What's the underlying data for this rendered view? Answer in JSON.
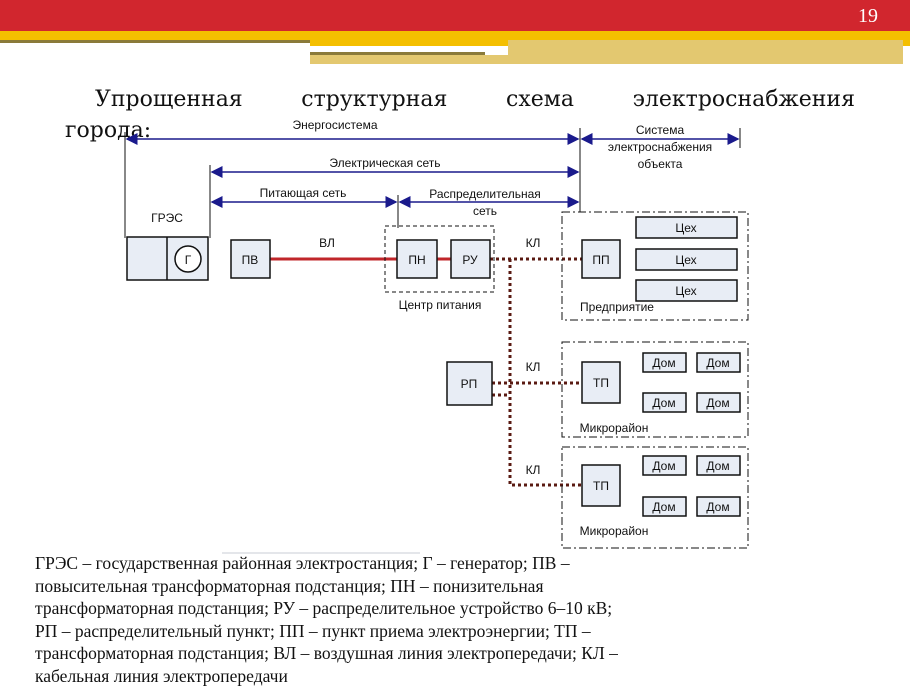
{
  "slide_number": "19",
  "title": {
    "words": [
      "Упрощенная",
      "структурная",
      "схема",
      "электроснабжения"
    ],
    "line2": "города:"
  },
  "diagram": {
    "energy_system": "Энергосистема",
    "electric_network": "Электрическая сеть",
    "supply_network": "Питающая сеть",
    "distribution_network": [
      "Распределительная",
      "сеть"
    ],
    "object_supply_system": [
      "Система",
      "электроснабжения",
      "объекта"
    ],
    "gres": "ГРЭС",
    "generator": "Г",
    "pv": "ПВ",
    "vl": "ВЛ",
    "pn": "ПН",
    "ru": "РУ",
    "power_center": "Центр питания",
    "kl": "КЛ",
    "pp": "ПП",
    "workshop": "Цех",
    "enterprise": "Предприятие",
    "rp": "РП",
    "tp": "ТП",
    "house": "Дом",
    "microdistrict": "Микрорайон",
    "colors": {
      "overhead_line": "#c0262a",
      "cable_line": "#5a1a12",
      "arrow": "#1a1a8c",
      "box_fill": "#e8edf5",
      "box_border": "#111111"
    }
  },
  "legend_lines": [
    "ГРЭС – государственная районная электростанция; Г – генератор;  ПВ –",
    "повысительная трансформаторная  подстанция; ПН – понизительная",
    "трансформаторная подстанция; РУ – распределительное устройство 6–10  кВ;",
    "РП – распределительный пункт; ПП – пункт приема электроэнергии; ТП –",
    "трансформаторная  подстанция; ВЛ – воздушная линия электропередачи; КЛ –",
    "кабельная линия электропередачи"
  ]
}
